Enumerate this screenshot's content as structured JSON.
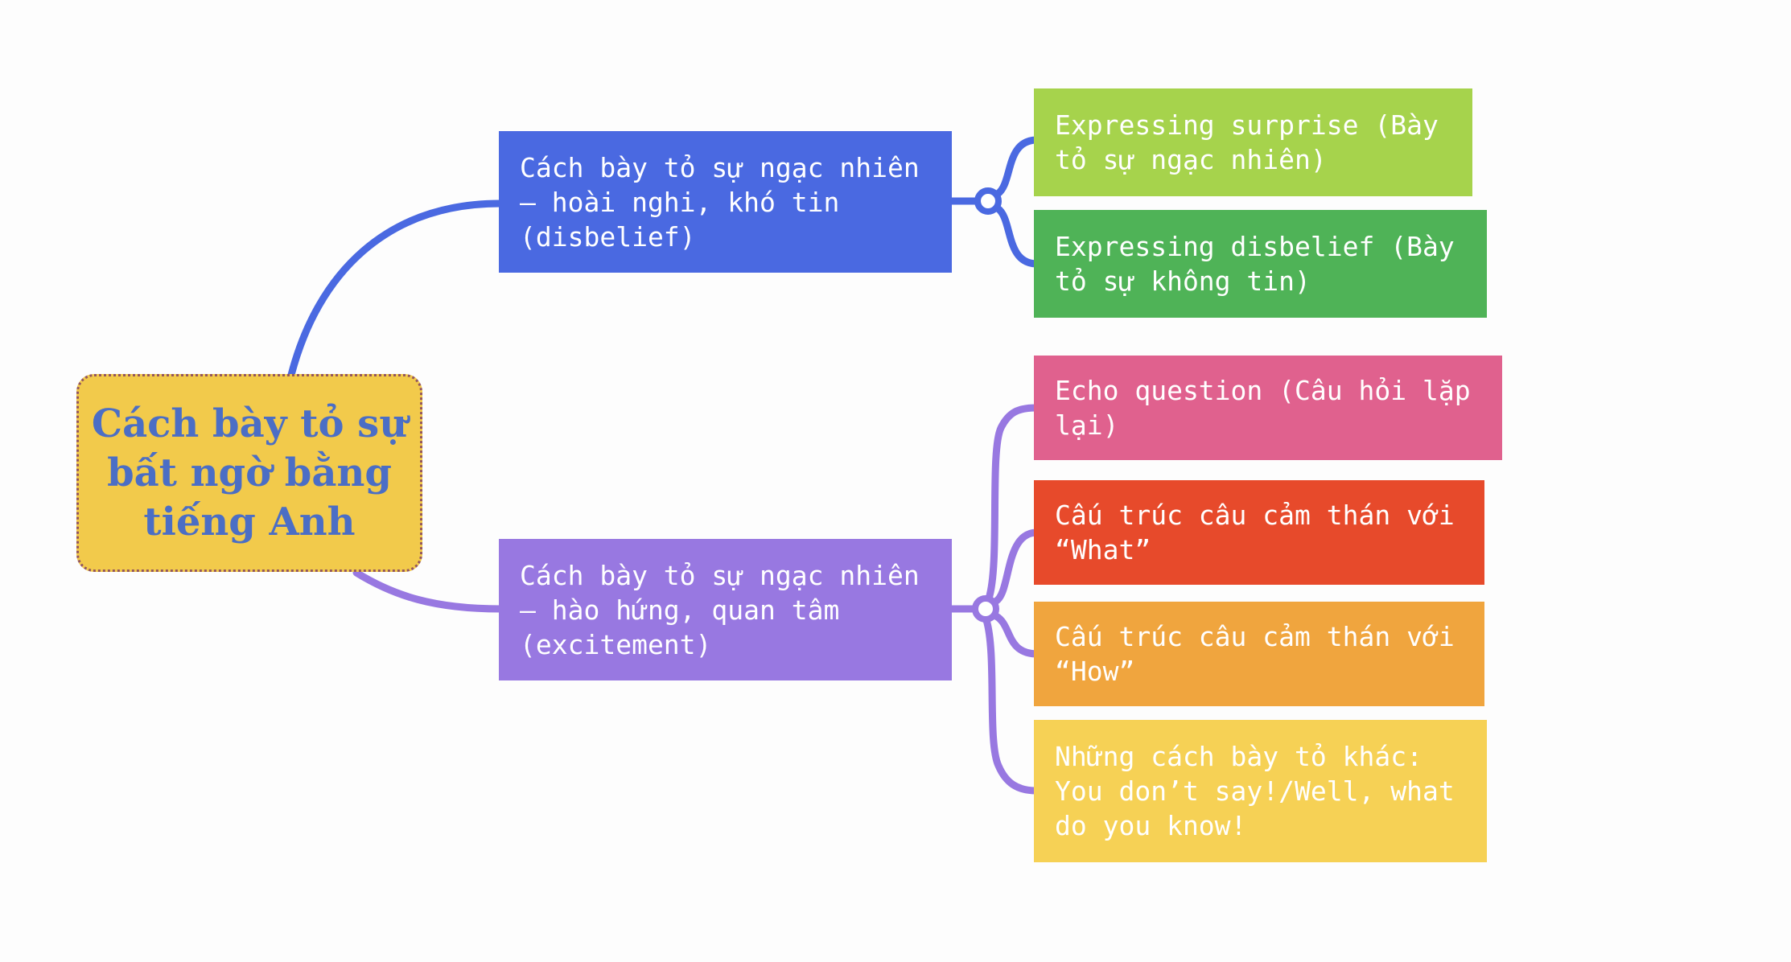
{
  "canvas": {
    "background": "#FDFDFD"
  },
  "root": {
    "label": "Cách bày tỏ sự\nbất ngờ bằng\ntiếng Anh",
    "color": "#F2CA4B",
    "border_color": "#93565E",
    "text_color": "#4B6EC5"
  },
  "branches": [
    {
      "id": "disbelief",
      "label": "Cách bày tỏ sự ngạc nhiên\n– hoài nghi, khó tin\n(disbelief)",
      "color": "#4A69E1",
      "children": [
        {
          "label": "Expressing surprise (Bày\ntỏ sự ngạc nhiên)",
          "color": "#A6D34C"
        },
        {
          "label": "Expressing disbelief (Bày\ntỏ sự không tin)",
          "color": "#4FB357"
        }
      ]
    },
    {
      "id": "excitement",
      "label": "Cách bày tỏ sự ngạc nhiên\n– hào hứng, quan tâm\n(excitement)",
      "color": "#9878E1",
      "children": [
        {
          "label": "Echo question (Câu hỏi lặp\nlại)",
          "color": "#E0618E"
        },
        {
          "label": "Cấu trúc câu cảm thán với\n“What”",
          "color": "#E74A2B"
        },
        {
          "label": "Cấu trúc câu cảm thán với\n“How”",
          "color": "#F0A53E"
        },
        {
          "label": "Những cách bày tỏ khác:\nYou don’t say!/Well, what\ndo you know!",
          "color": "#F6D155"
        }
      ]
    }
  ]
}
